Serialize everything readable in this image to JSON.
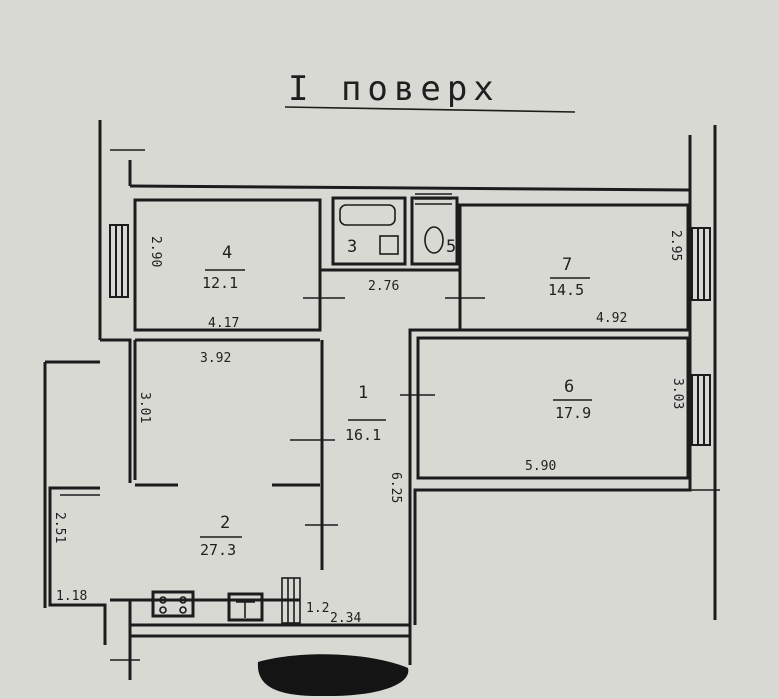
{
  "title": "I поверх",
  "rooms": [
    {
      "id": "4",
      "area": "12.1"
    },
    {
      "id": "3",
      "area": ""
    },
    {
      "id": "5",
      "area": ""
    },
    {
      "id": "7",
      "area": "14.5"
    },
    {
      "id": "1",
      "area": "16.1"
    },
    {
      "id": "6",
      "area": "17.9"
    },
    {
      "id": "2",
      "area": "27.3"
    }
  ],
  "dimensions": {
    "d_2_90": "2.90",
    "d_4_17": "4.17",
    "d_2_76": "2.76",
    "d_2_95": "2.95",
    "d_4_92": "4.92",
    "d_3_92": "3.92",
    "d_3_01": "3.01",
    "d_3_03": "3.03",
    "d_5_90": "5.90",
    "d_6_25": "6.25",
    "d_2_51": "2.51",
    "d_1_18": "1.18",
    "d_1_2": "1.2",
    "d_2_34": "2.34"
  }
}
